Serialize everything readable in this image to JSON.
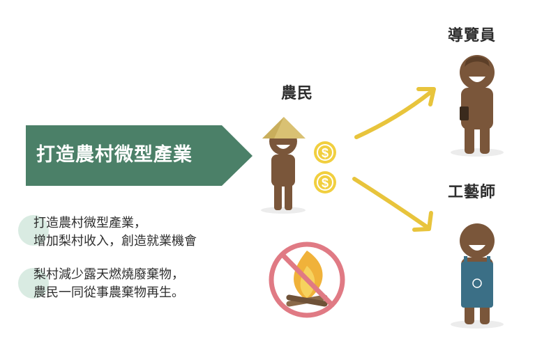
{
  "banner": {
    "text": "打造農村微型產業",
    "color": "#4b8068"
  },
  "bullets": [
    {
      "line1": "打造農村微型產業，",
      "line2": "增加梨村收入，創造就業機會"
    },
    {
      "line1": "梨村減少露天燃燒廢棄物，",
      "line2": "農民一同從事農棄物再生。"
    }
  ],
  "labels": {
    "farmer": "農民",
    "guide": "導覽員",
    "craftsman": "工藝師"
  },
  "colors": {
    "skin": "#7a563a",
    "arrow": "#e8c43c",
    "coin": "#f1cf3f",
    "apron": "#3b6f86",
    "noFire": "#e07a84",
    "shadow": "#ececec",
    "hat": "#d9c173"
  },
  "icons": [
    "farmer-figure",
    "coin-icon",
    "arrow-icon",
    "guide-figure",
    "craftsman-figure",
    "no-burning-icon"
  ]
}
